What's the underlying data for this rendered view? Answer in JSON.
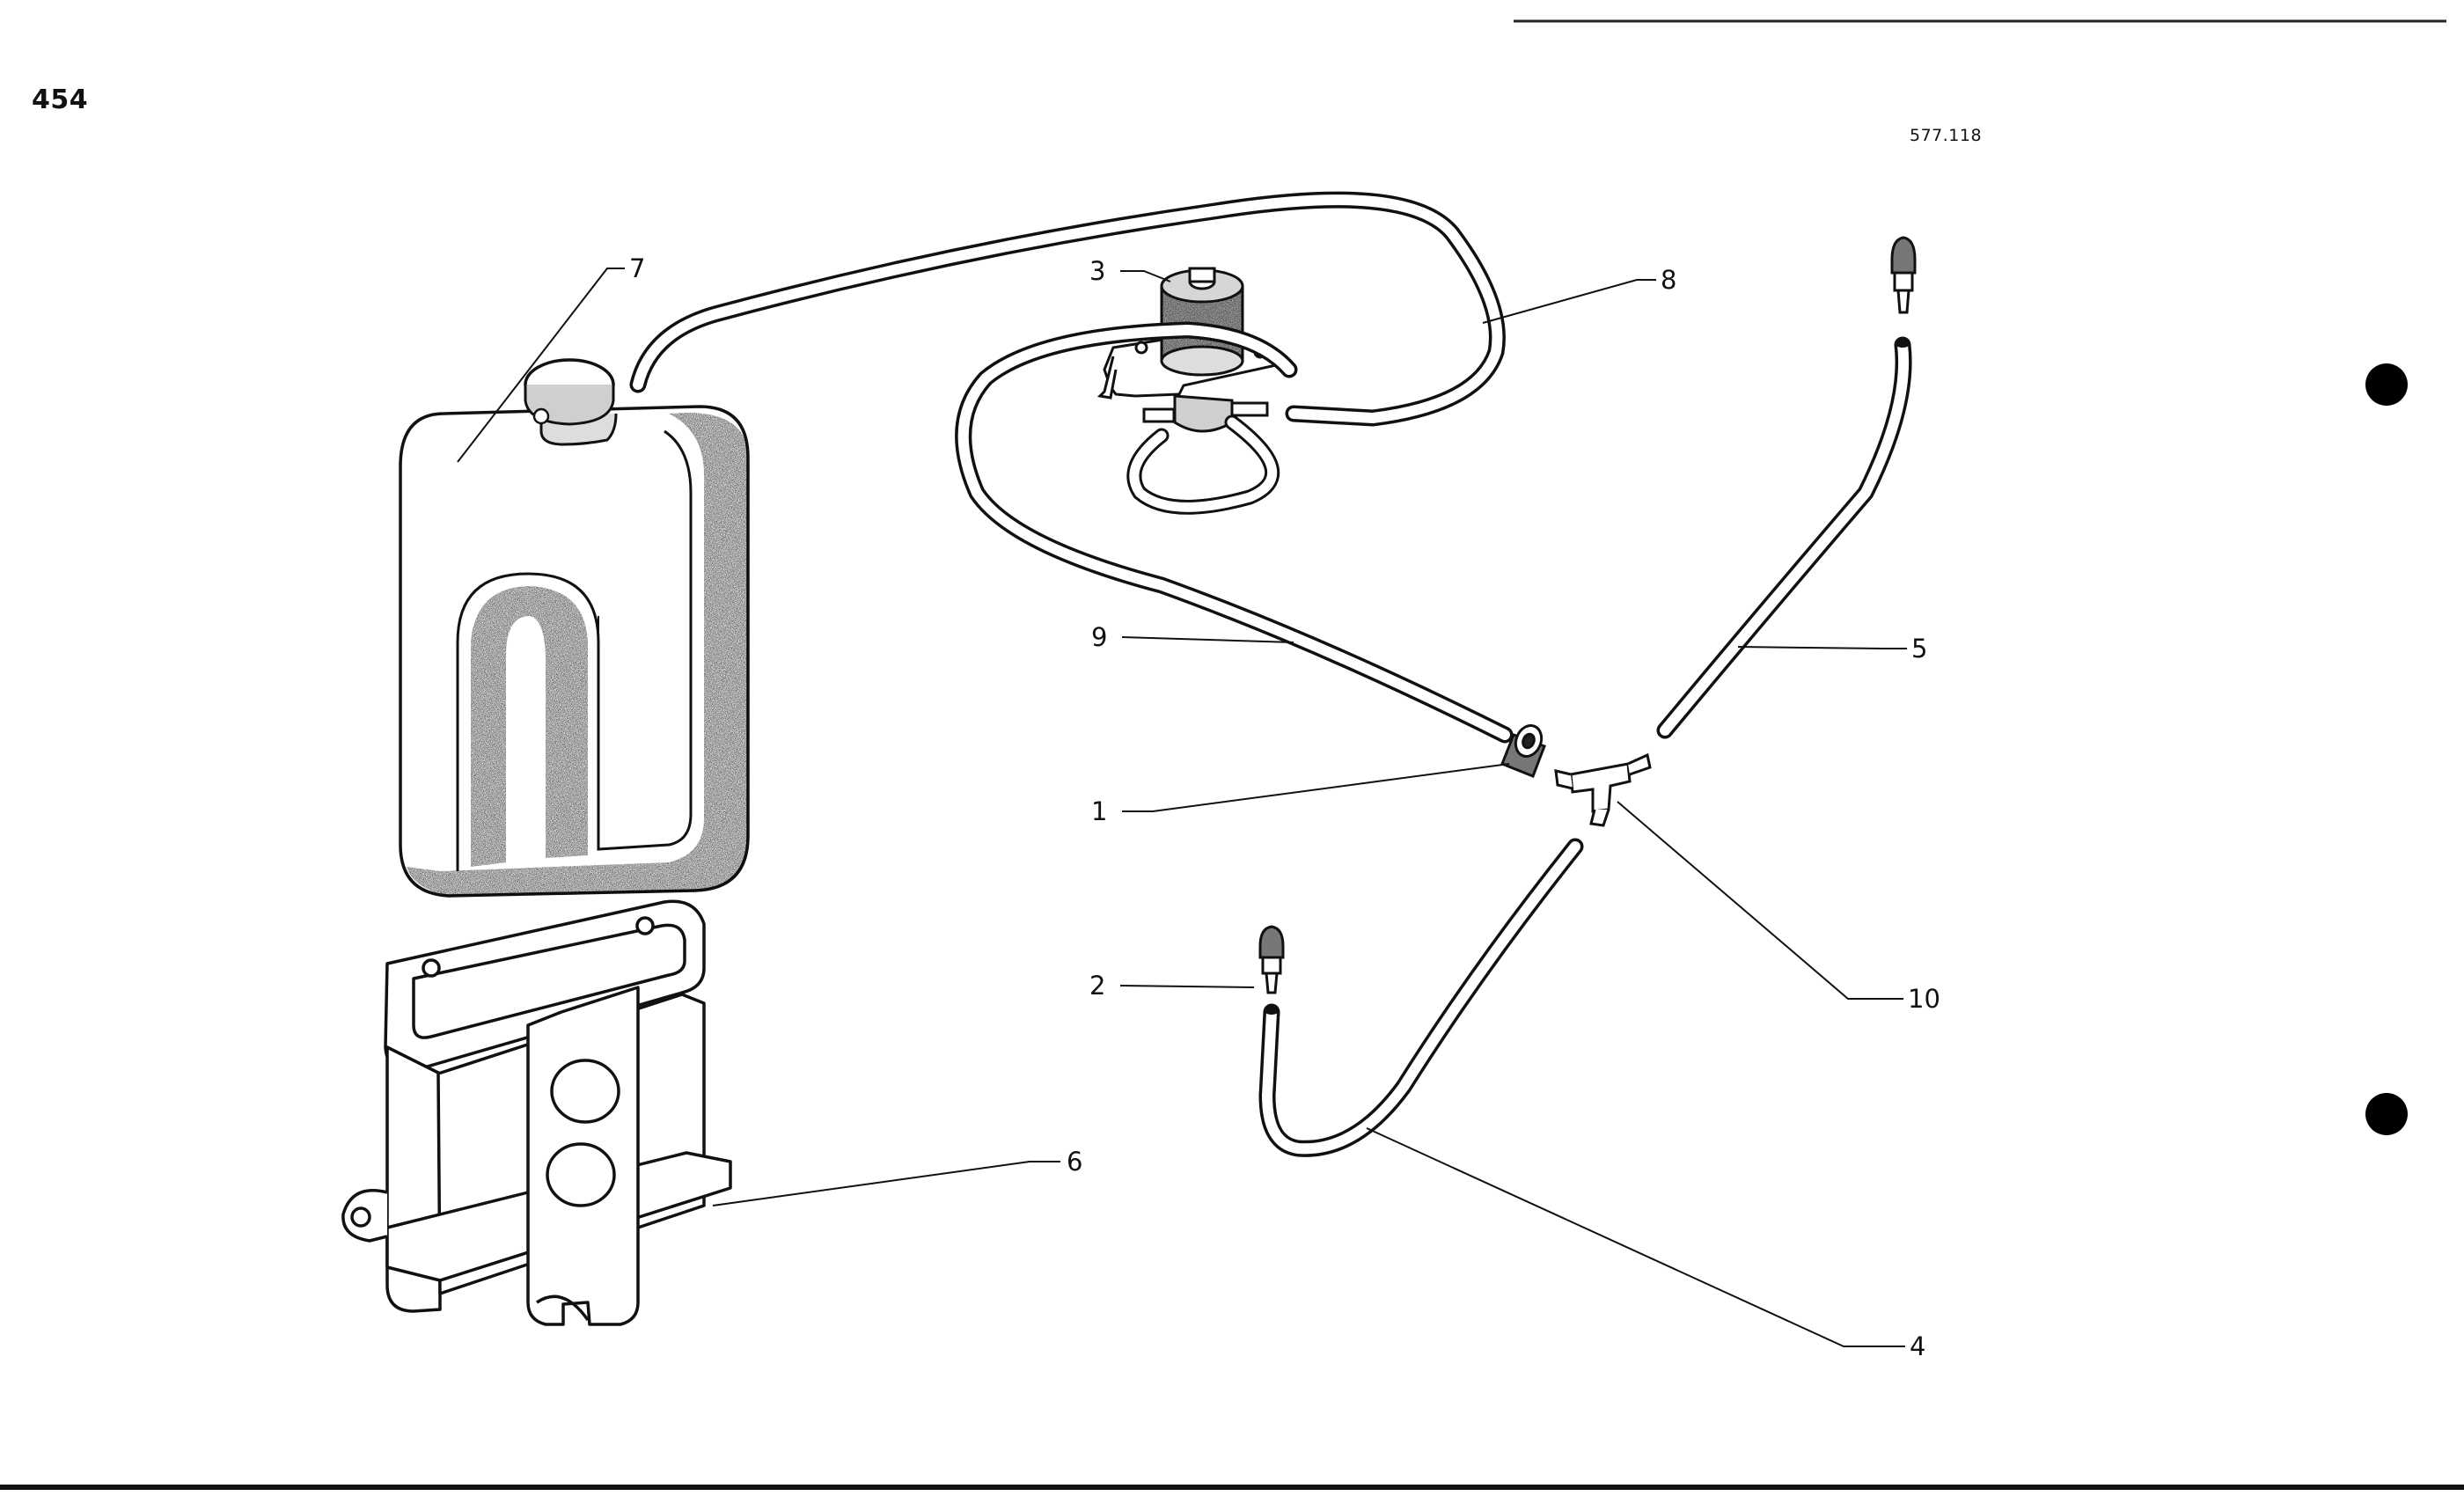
{
  "page": {
    "number": "454",
    "figure_code": "577.118"
  },
  "callouts": [
    {
      "id": "callout-1",
      "label": "1"
    },
    {
      "id": "callout-2",
      "label": "2"
    },
    {
      "id": "callout-3",
      "label": "3"
    },
    {
      "id": "callout-4",
      "label": "4"
    },
    {
      "id": "callout-5",
      "label": "5"
    },
    {
      "id": "callout-6",
      "label": "6"
    },
    {
      "id": "callout-7",
      "label": "7"
    },
    {
      "id": "callout-8",
      "label": "8"
    },
    {
      "id": "callout-9",
      "label": "9"
    },
    {
      "id": "callout-10",
      "label": "10"
    }
  ],
  "colors": {
    "ink": "#111111",
    "paper": "#ffffff",
    "shading": "#8a8a8a"
  }
}
